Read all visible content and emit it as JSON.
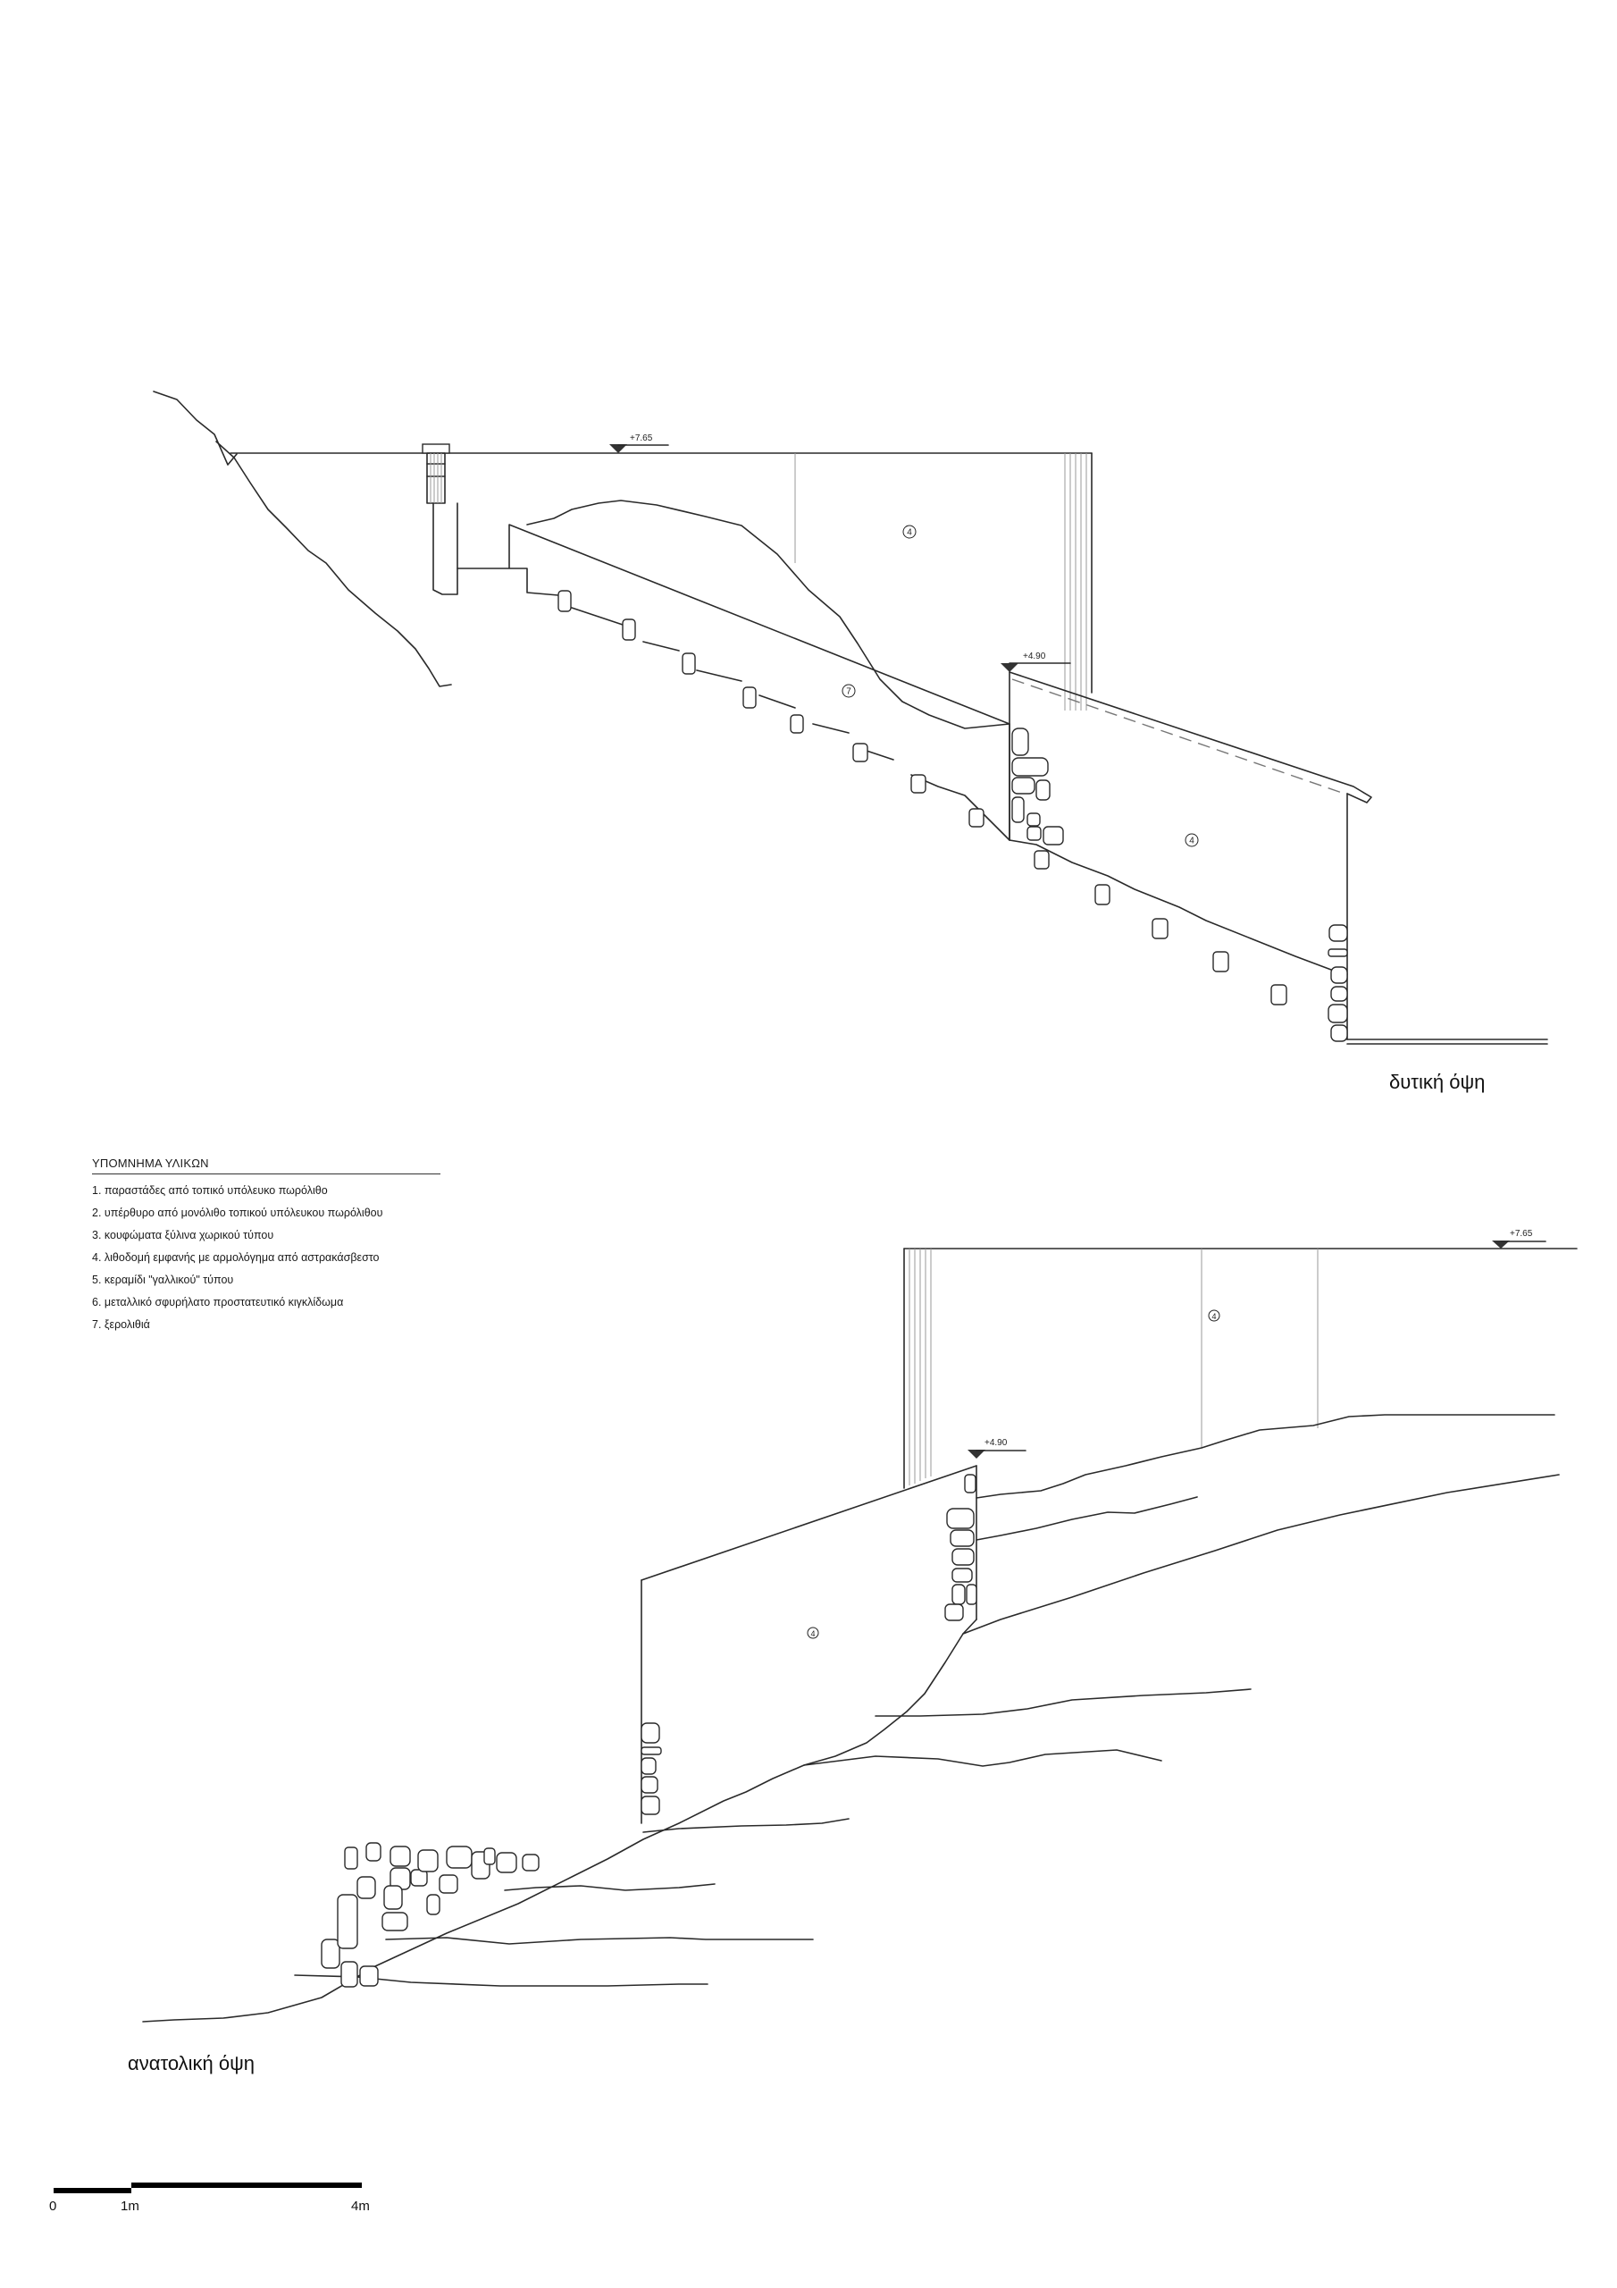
{
  "legend": {
    "title": "ΥΠΟΜΝΗΜΑ ΥΛΙΚΩΝ",
    "items": [
      "1. παραστάδες από τοπικό υπόλευκο πωρόλιθο",
      "2. υπέρθυρο από μονόλιθο τοπικού υπόλευκου πωρόλιθου",
      "3. κουφώματα ξύλινα χωρικού τύπου",
      "4. λιθοδομή εμφανής με αρμολόγημα από αστρακάσβεστο",
      "5. κεραμίδι \"γαλλικού\" τύπου",
      "6. μεταλλικό σφυρήλατο προστατευτικό κιγκλίδωμα",
      "7. ξερολιθιά"
    ]
  },
  "views": {
    "west": {
      "label": "δυτική όψη",
      "elevation_top": "+7.65",
      "elevation_mid": "+4.90",
      "material_tags": [
        "④",
        "⑦",
        "④"
      ]
    },
    "east": {
      "label": "ανατολική όψη",
      "elevation_top": "+7.65",
      "elevation_mid": "+4.90",
      "material_tags": [
        "④",
        "④"
      ]
    }
  },
  "scale_bar": {
    "labels": [
      "0",
      "1m",
      "4m"
    ]
  }
}
